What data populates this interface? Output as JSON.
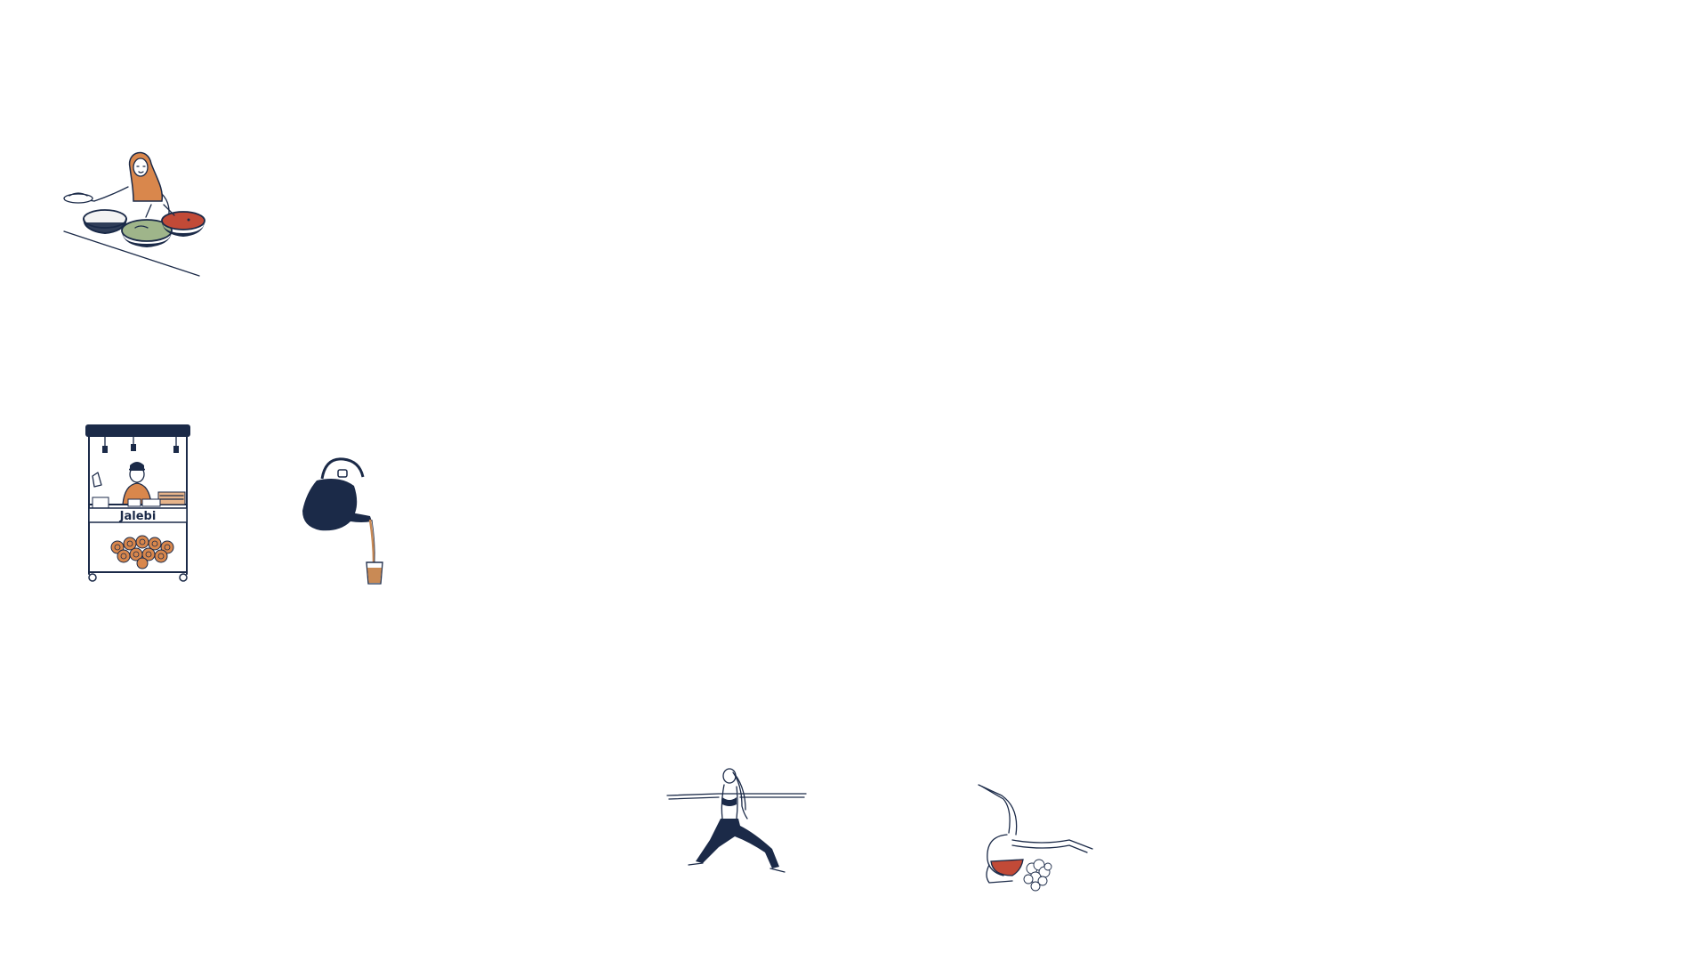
{
  "colors": {
    "ink": "#1b2a48",
    "accent_orange": "#d9874c",
    "accent_red": "#c24a37",
    "accent_green": "#9fb58a",
    "chai": "#c98a55",
    "background": "#ffffff"
  },
  "illustrations": [
    {
      "id": "street-food-vendor",
      "icon": "woman-serving-curries-illustration"
    },
    {
      "id": "jalebi-stall",
      "icon": "jalebi-stall-illustration",
      "sign_text": "Jalebi"
    },
    {
      "id": "chai-pour",
      "icon": "kettle-pouring-chai-illustration"
    },
    {
      "id": "yoga-warrior",
      "icon": "yoga-warrior-pose-illustration"
    },
    {
      "id": "yoga-inversion",
      "icon": "yoga-inversion-pose-illustration"
    }
  ]
}
